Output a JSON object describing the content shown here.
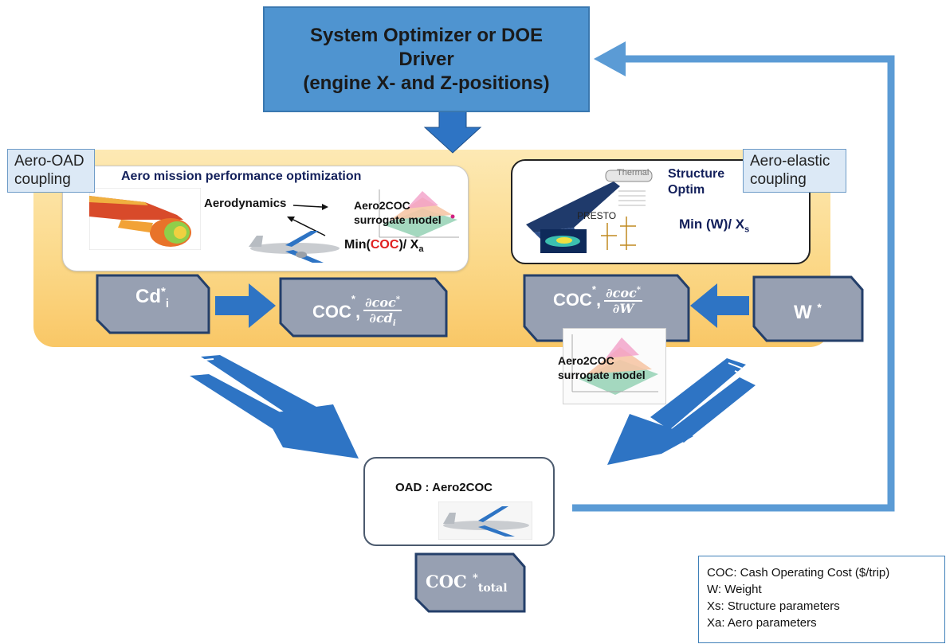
{
  "system_optimizer": {
    "line1": "System Optimizer or DOE",
    "line2": "Driver",
    "line3": "(engine X- and Z-positions)"
  },
  "aero_oad": {
    "tag_line1": "Aero-OAD",
    "tag_line2": "coupling",
    "title": "Aero mission performance optimization",
    "aerodynamics": "Aerodynamics",
    "surrogate_line1": "Aero2COC",
    "surrogate_line2": "surrogate model",
    "min_prefix": "Min(",
    "min_coc": "COC",
    "min_suffix": ")/ X",
    "min_sub": "a"
  },
  "aero_elastic": {
    "tag_line1": "Aero-elastic",
    "tag_line2": "coupling",
    "structure_line1": "Structure",
    "structure_line2": "Optim",
    "thermal": "Thermal",
    "presto": "PRESTO",
    "min_text": "Min (W)/ X",
    "min_sub": "s"
  },
  "cd_box": {
    "base": "Cd",
    "sup": "*",
    "sub": "i"
  },
  "coc_cd_box": {
    "base": "COC",
    "sup": "*",
    "sep": ",",
    "num": "∂coc",
    "num_sup": "*",
    "den": "∂cd",
    "den_sub": "i"
  },
  "coc_w_box": {
    "base": "COC",
    "sup": "*",
    "sep": ",",
    "num": "∂coc",
    "num_sup": "*",
    "den": "∂W"
  },
  "w_box": {
    "base": "W",
    "sup": "*"
  },
  "surrogate_bottom": {
    "line1": "Aero2COC",
    "line2": "surrogate model"
  },
  "oad": {
    "title": "OAD : Aero2COC"
  },
  "coc_total": {
    "base": "COC",
    "sup": "*",
    "sub": "total"
  },
  "legend": {
    "items": [
      "COC: Cash Operating Cost ($/trip)",
      "W: Weight",
      "Xs: Structure parameters",
      "Xa: Aero parameters"
    ]
  },
  "colors": {
    "arrow_blue": "#2e74c4",
    "feedback_blue": "#5b9bd5",
    "box_gray": "#97a0b2",
    "box_border": "#243f6a",
    "highlight_red": "#e02020"
  }
}
